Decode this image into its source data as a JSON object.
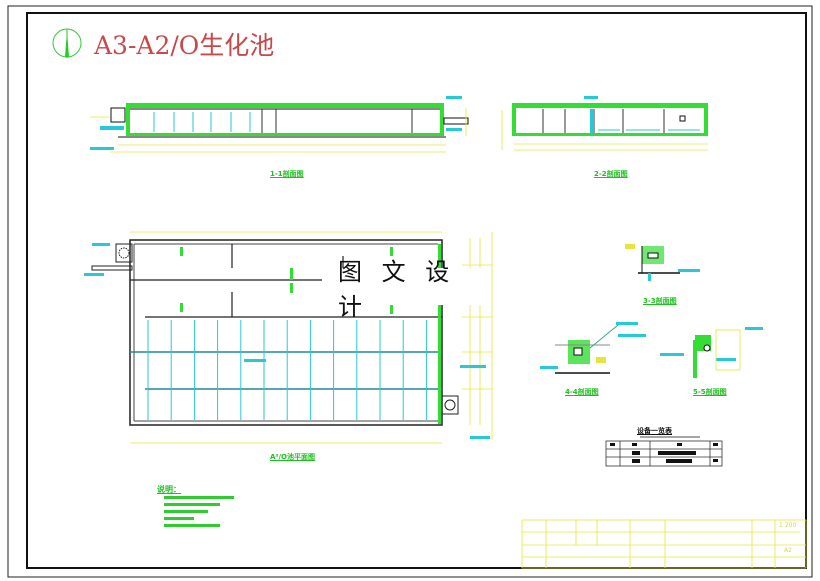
{
  "drawing": {
    "title": "A3-A2/O生化池",
    "watermark": "图 文 设 计",
    "views": {
      "section_1": "1-1剖面图",
      "section_2": "2-2剖面图",
      "plan": "A²/O池平面图",
      "detail_3": "3-3剖面图",
      "detail_4": "4-4剖面图",
      "detail_5": "5-5剖面图"
    },
    "equipment_table_title": "设备一览表",
    "notes_title": "说明：",
    "notes_count": 5,
    "title_block": {
      "scale": "1:200",
      "sheet": "A2"
    },
    "colors": {
      "title": "#c8494a",
      "wall": "#22cc22",
      "dimension": "#e6e63a",
      "pipe": "#22c8d8",
      "outline": "#111111"
    }
  }
}
